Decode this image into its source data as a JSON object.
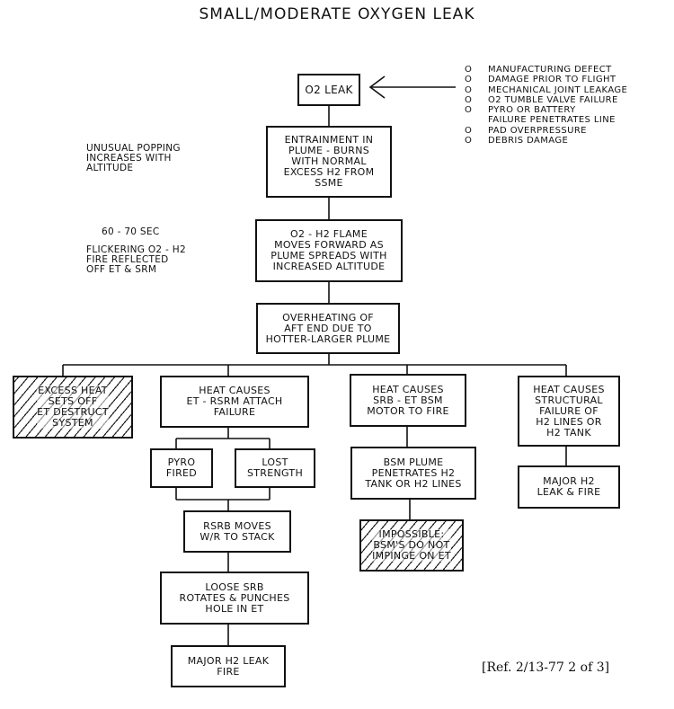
{
  "title": "SMALL/MODERATE OXYGEN LEAK",
  "nodes": {
    "o2_leak": "O2 LEAK",
    "entrainment": "ENTRAINMENT IN\nPLUME - BURNS\nWITH NORMAL\nEXCESS H2 FROM\nSSME",
    "flame_moves": "O2 - H2 FLAME\nMOVES FORWARD AS\nPLUME SPREADS WITH\nINCREASED ALTITUDE",
    "overheating": "OVERHEATING OF\nAFT END DUE TO\nHOTTER-LARGER PLUME",
    "excess_heat": "EXCESS HEAT\nSETS OFF\nET DESTRUCT\nSYSTEM",
    "attach_failure": "HEAT CAUSES\nET - RSRM ATTACH\nFAILURE",
    "bsm_fire": "HEAT CAUSES\nSRB - ET BSM\nMOTOR TO FIRE",
    "structural_failure": "HEAT CAUSES\nSTRUCTURAL\nFAILURE OF\nH2 LINES OR\nH2 TANK",
    "pyro_fired": "PYRO\nFIRED",
    "lost_strength": "LOST\nSTRENGTH",
    "bsm_plume": "BSM PLUME\nPENETRATES H2\nTANK OR H2 LINES",
    "major_leak_right": "MAJOR H2\nLEAK & FIRE",
    "rsrb_moves": "RSRB MOVES\nW/R TO STACK",
    "impossible": "IMPOSSIBLE:\nBSM'S DO NOT\nIMPINGE ON ET",
    "loose_srb": "LOOSE SRB\nROTATES & PUNCHES\nHOLE IN ET",
    "major_leak_bottom": "MAJOR H2 LEAK\nFIRE"
  },
  "notes": {
    "popping": "UNUSUAL POPPING\nINCREASES WITH\nALTITUDE",
    "time": "60 - 70 SEC",
    "flickering": "FLICKERING O2 - H2\nFIRE REFLECTED\nOFF ET & SRM"
  },
  "causes": [
    {
      "bullet": "O",
      "text": "MANUFACTURING DEFECT"
    },
    {
      "bullet": "O",
      "text": "DAMAGE PRIOR TO FLIGHT"
    },
    {
      "bullet": "O",
      "text": "MECHANICAL JOINT LEAKAGE"
    },
    {
      "bullet": "O",
      "text": "O2 TUMBLE VALVE FAILURE"
    },
    {
      "bullet": "O",
      "text": "PYRO OR BATTERY"
    },
    {
      "bullet": "",
      "text": "FAILURE PENETRATES LINE"
    },
    {
      "bullet": "O",
      "text": "PAD OVERPRESSURE"
    },
    {
      "bullet": "O",
      "text": "DEBRIS DAMAGE"
    }
  ],
  "reference": "[Ref. 2/13-77 2 of 3]"
}
